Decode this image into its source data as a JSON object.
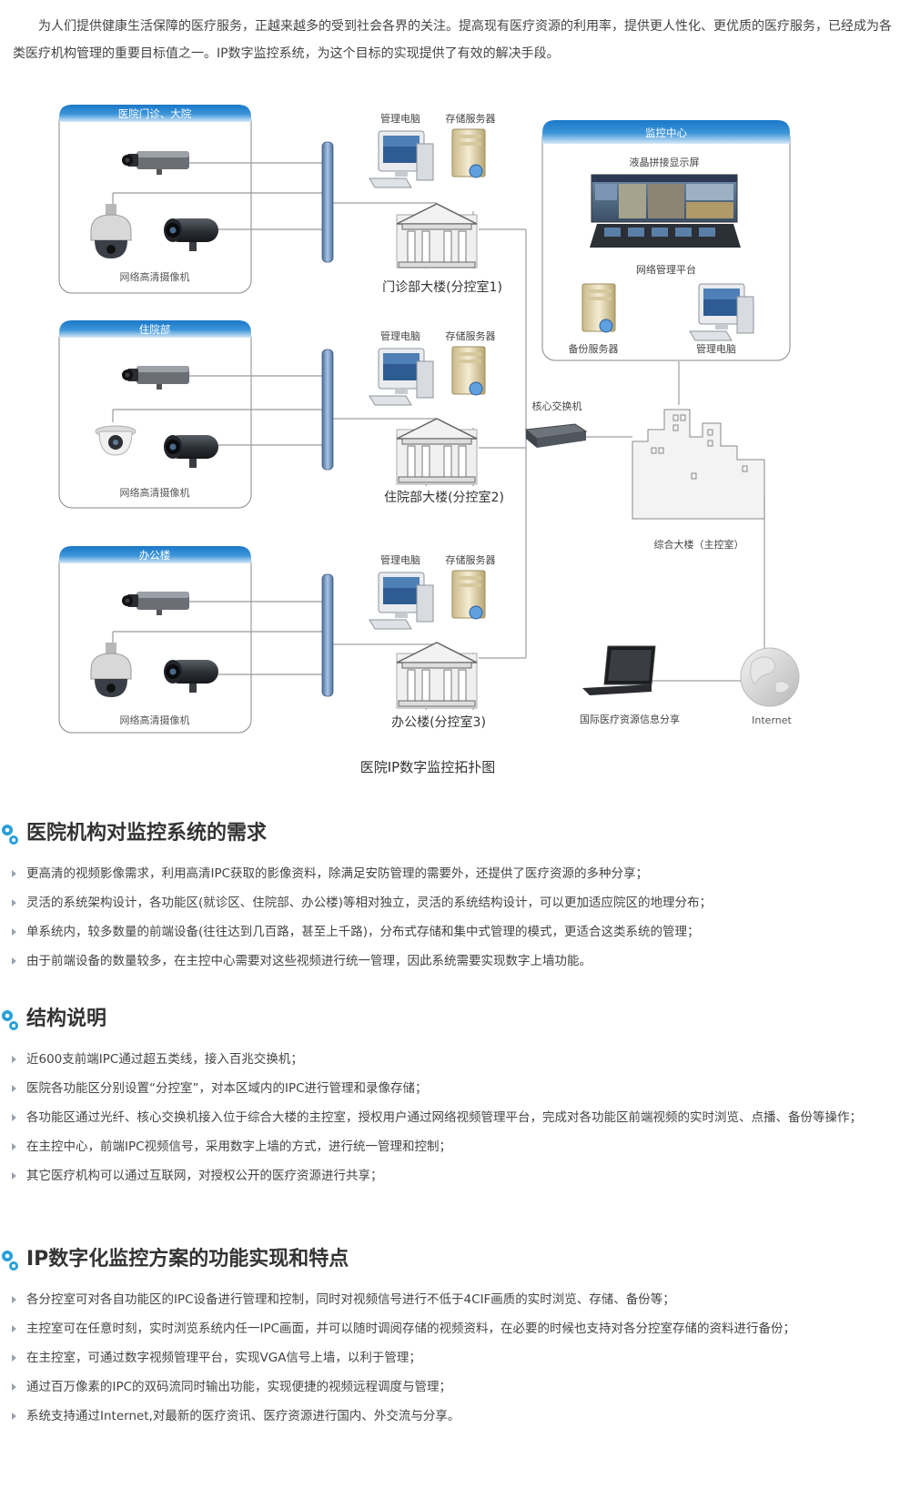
{
  "intro": "为人们提供健康生活保障的医疗服务，正越来越多的受到社会各界的关注。提高现有医疗资源的利用率，提供更人性化、更优质的医疗服务，已经成为各类医疗机构管理的重要目标值之一。IP数字监控系统，为这个目标的实现提供了有效的解决手段。",
  "diagram": {
    "caption": "医院IP数字监控拓扑图",
    "zones": [
      {
        "title": "医院门诊、大院",
        "camera_label": "网络高清摄像机",
        "pc_label": "管理电脑",
        "server_label": "存储服务器",
        "building_label": "门诊部大楼(分控室1)"
      },
      {
        "title": "住院部",
        "camera_label": "网络高清摄像机",
        "pc_label": "管理电脑",
        "server_label": "存储服务器",
        "building_label": "住院部大楼(分控室2)"
      },
      {
        "title": "办公楼",
        "camera_label": "网络高清摄像机",
        "pc_label": "管理电脑",
        "server_label": "存储服务器",
        "building_label": "办公楼(分控室3)"
      }
    ],
    "monitor_center": {
      "title": "监控中心",
      "screen_label": "液晶拼接显示屏",
      "platform_label": "网络管理平台",
      "backup_label": "备份服务器",
      "pc_label": "管理电脑"
    },
    "switch_label": "核心交换机",
    "main_building_label": "综合大楼（主控室）",
    "laptop_label": "国际医疗资源信息分享",
    "internet_label": "Internet"
  },
  "sections": [
    {
      "title": "医院机构对监控系统的需求",
      "items": [
        "更高清的视频影像需求，利用高清IPC获取的影像资料，除满足安防管理的需要外，还提供了医疗资源的多种分享；",
        "灵活的系统架构设计，各功能区(就诊区、住院部、办公楼)等相对独立，灵活的系统结构设计，可以更加适应院区的地理分布；",
        "单系统内，较多数量的前端设备(往往达到几百路，甚至上千路)，分布式存储和集中式管理的模式，更适合这类系统的管理；",
        "由于前端设备的数量较多，在主控中心需要对这些视频进行统一管理，因此系统需要实现数字上墙功能。"
      ]
    },
    {
      "title": "结构说明",
      "items": [
        "近600支前端IPC通过超五类线，接入百兆交换机；",
        "医院各功能区分别设置“分控室”，对本区域内的IPC进行管理和录像存储；",
        "各功能区通过光纤、核心交换机接入位于综合大楼的主控室，授权用户通过网络视频管理平台，完成对各功能区前端视频的实时浏览、点播、备份等操作；",
        "在主控中心，前端IPC视频信号，采用数字上墙的方式，进行统一管理和控制；",
        "其它医疗机构可以通过互联网，对授权公开的医疗资源进行共享；"
      ]
    },
    {
      "title": "IP数字化监控方案的功能实现和特点",
      "items": [
        "各分控室可对各自功能区的IPC设备进行管理和控制，同时对视频信号进行不低于4CIF画质的实时浏览、存储、备份等；",
        "主控室可在任意时刻，实时浏览系统内任一IPC画面，并可以随时调阅存储的视频资料，在必要的时候也支持对各分控室存储的资料进行备份；",
        "在主控室，可通过数字视频管理平台，实现VGA信号上墙，以利于管理；",
        "通过百万像素的IPC的双码流同时输出功能，实现便捷的视频远程调度与管理；",
        "系统支持通过Internet,对最新的医疗资讯、医疗资源进行国内、外交流与分享。"
      ]
    }
  ]
}
